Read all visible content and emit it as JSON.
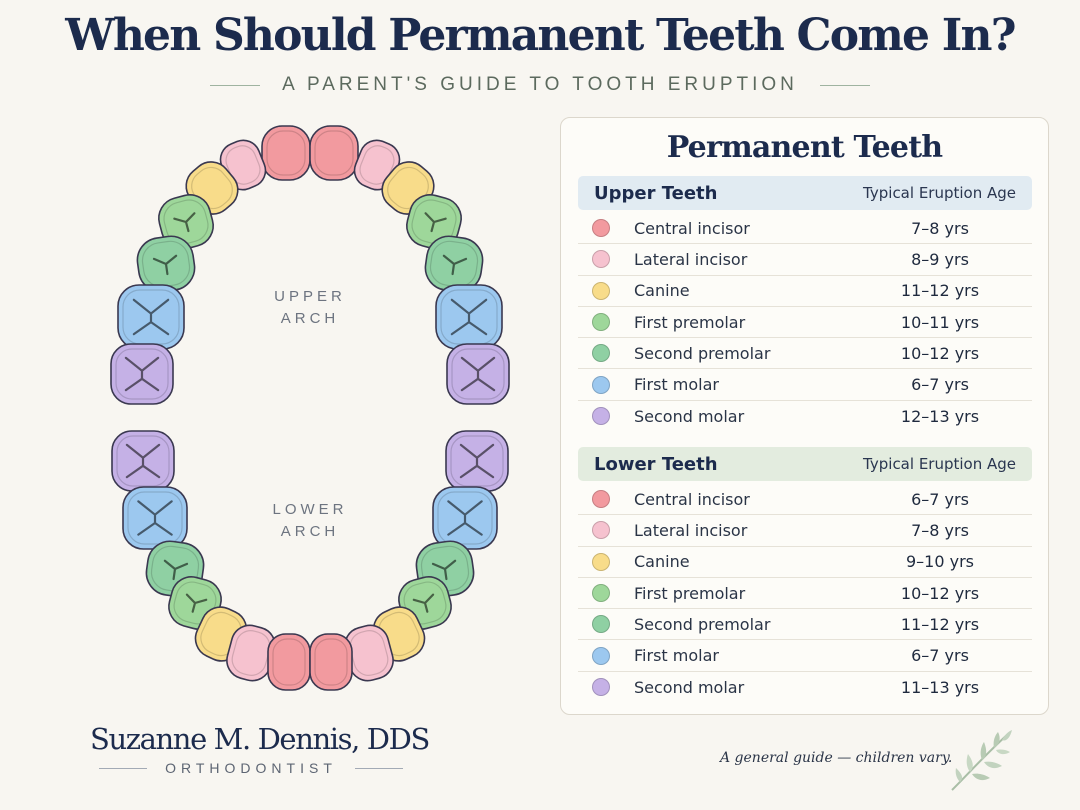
{
  "header": {
    "title": "When Should Permanent Teeth Come In?",
    "subtitle": "A PARENT'S GUIDE TO TOOTH ERUPTION"
  },
  "diagram": {
    "upper_label_line1": "UPPER",
    "upper_label_line2": "ARCH",
    "lower_label_line1": "LOWER",
    "lower_label_line2": "ARCH"
  },
  "colors": {
    "central_incisor": "#f29a9f",
    "lateral_incisor": "#f6c2cf",
    "canine": "#f8dc8a",
    "first_premolar": "#9ed79a",
    "second_premolar": "#8fd0a3",
    "first_molar": "#9cc8ef",
    "second_molar": "#c5b1e6"
  },
  "table": {
    "title": "Permanent Teeth",
    "upper": {
      "heading": "Upper Teeth",
      "column": "Typical Eruption Age",
      "rows": [
        {
          "name": "Central incisor",
          "age": "7–8 yrs",
          "color": "central_incisor"
        },
        {
          "name": "Lateral incisor",
          "age": "8–9 yrs",
          "color": "lateral_incisor"
        },
        {
          "name": "Canine",
          "age": "11–12 yrs",
          "color": "canine"
        },
        {
          "name": "First premolar",
          "age": "10–11 yrs",
          "color": "first_premolar"
        },
        {
          "name": "Second premolar",
          "age": "10–12 yrs",
          "color": "second_premolar"
        },
        {
          "name": "First molar",
          "age": "6–7 yrs",
          "color": "first_molar"
        },
        {
          "name": "Second molar",
          "age": "12–13 yrs",
          "color": "second_molar"
        }
      ]
    },
    "lower": {
      "heading": "Lower Teeth",
      "column": "Typical Eruption Age",
      "rows": [
        {
          "name": "Central incisor",
          "age": "6–7 yrs",
          "color": "central_incisor"
        },
        {
          "name": "Lateral incisor",
          "age": "7–8 yrs",
          "color": "lateral_incisor"
        },
        {
          "name": "Canine",
          "age": "9–10 yrs",
          "color": "canine"
        },
        {
          "name": "First premolar",
          "age": "10–12 yrs",
          "color": "first_premolar"
        },
        {
          "name": "Second premolar",
          "age": "11–12 yrs",
          "color": "second_premolar"
        },
        {
          "name": "First molar",
          "age": "6–7 yrs",
          "color": "first_molar"
        },
        {
          "name": "Second molar",
          "age": "11–13 yrs",
          "color": "second_molar"
        }
      ]
    }
  },
  "footer": {
    "practice_name": "Suzanne M. Dennis, DDS",
    "practice_role": "ORTHODONTIST",
    "note": "A general guide — children vary.",
    "icon": "leaf-branch-icon"
  }
}
